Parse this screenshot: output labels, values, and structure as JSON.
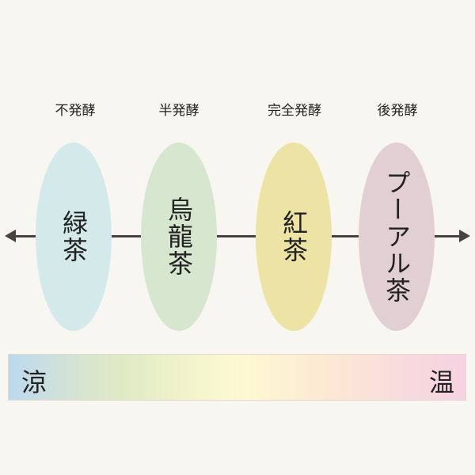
{
  "categories": [
    {
      "fermentation": "不発酵",
      "tea": "緑茶",
      "color": "#d3e9ea"
    },
    {
      "fermentation": "半発酵",
      "tea": "烏龍茶",
      "color": "#d6e6cf"
    },
    {
      "fermentation": "完全発酵",
      "tea": "紅茶",
      "color": "#ece3a4"
    },
    {
      "fermentation": "後発酵",
      "tea": "プーアル茶",
      "color": "#e2cfd3"
    }
  ],
  "scale": {
    "left": "涼",
    "right": "温"
  }
}
